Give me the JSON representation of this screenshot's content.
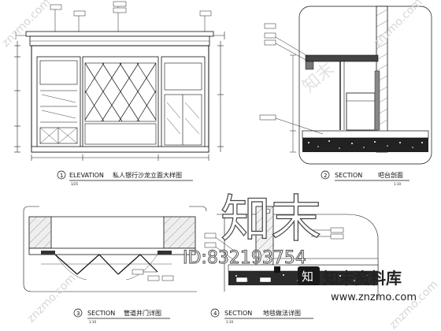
{
  "drawing": {
    "panels": [
      {
        "id": "A",
        "index": "1",
        "kind": "ELEVATION",
        "title": "私人银行沙龙立面大样图",
        "scale_note": "1/25"
      },
      {
        "id": "B",
        "index": "2",
        "kind": "SECTION",
        "title": "吧台剖面",
        "scale_note": "1:10"
      },
      {
        "id": "C",
        "index": "3",
        "kind": "SECTION",
        "title": "管道井门详图",
        "scale_note": "1:10"
      },
      {
        "id": "D",
        "index": "4",
        "kind": "SECTION",
        "title": "地毯做法详图",
        "scale_note": "1:10"
      }
    ],
    "watermarks": {
      "big_text": "知末",
      "id_text": "ID:832193754",
      "brand_cn": "知末资料库",
      "brand_url": "www.znzmo.com",
      "diag_text": "znzmo.com"
    }
  }
}
